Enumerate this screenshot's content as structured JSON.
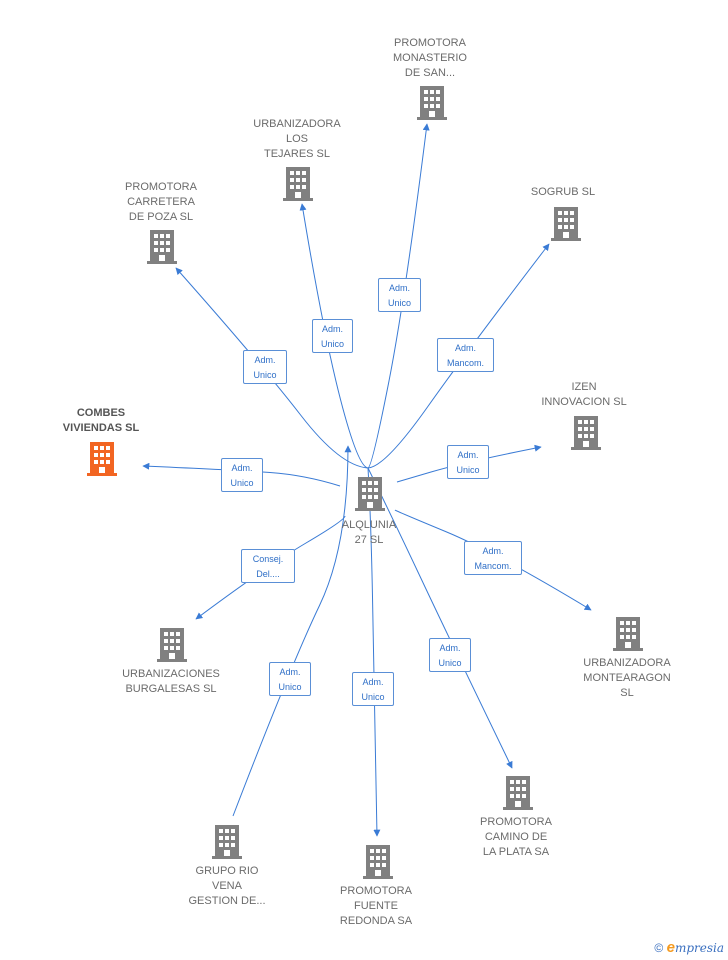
{
  "center": {
    "name": "ALQLUNIA\n27 SL",
    "icon": "building-icon",
    "color": "#808080"
  },
  "nodes": [
    {
      "id": "combes",
      "name": "COMBES\nVIVIENDAS SL",
      "highlight": true,
      "icon": "building-icon",
      "color": "#f26522"
    },
    {
      "id": "carretera",
      "name": "PROMOTORA\nCARRETERA\nDE POZA  SL",
      "icon": "building-icon"
    },
    {
      "id": "tejares",
      "name": "URBANIZADORA\nLOS\nTEJARES SL",
      "icon": "building-icon"
    },
    {
      "id": "monasterio",
      "name": "PROMOTORA\nMONASTERIO\nDE SAN...",
      "icon": "building-icon"
    },
    {
      "id": "sogrub",
      "name": "SOGRUB  SL",
      "icon": "building-icon"
    },
    {
      "id": "izen",
      "name": "IZEN\nINNOVACION SL",
      "icon": "building-icon"
    },
    {
      "id": "montearagon",
      "name": "URBANIZADORA\nMONTEARAGON SL",
      "icon": "building-icon"
    },
    {
      "id": "camino",
      "name": "PROMOTORA\nCAMINO DE\nLA PLATA SA",
      "icon": "building-icon"
    },
    {
      "id": "fuente",
      "name": "PROMOTORA\nFUENTE\nREDONDA SA",
      "icon": "building-icon"
    },
    {
      "id": "riovena",
      "name": "GRUPO RIO\nVENA\nGESTION DE...",
      "icon": "building-icon"
    },
    {
      "id": "burgalesas",
      "name": "URBANIZACIONES\nBURGALESAS SL",
      "icon": "building-icon"
    }
  ],
  "edges": [
    {
      "to": "combes",
      "label": "Adm.\nUnico"
    },
    {
      "to": "carretera",
      "label": "Adm.\nUnico"
    },
    {
      "to": "tejares",
      "label": "Adm.\nUnico"
    },
    {
      "to": "monasterio",
      "label": "Adm.\nUnico"
    },
    {
      "to": "sogrub",
      "label": "Adm.\nMancom."
    },
    {
      "to": "izen",
      "label": "Adm.\nUnico"
    },
    {
      "to": "montearagon",
      "label": "Adm.\nMancom."
    },
    {
      "to": "camino",
      "label": "Adm.\nUnico"
    },
    {
      "to": "fuente",
      "label": "Adm.\nUnico"
    },
    {
      "to": "riovena",
      "label": "Adm.\nUnico",
      "reverse": true
    },
    {
      "to": "burgalesas",
      "label": "Consej.\nDel...."
    }
  ],
  "colors": {
    "edge": "#3a7bd5",
    "node": "#808080",
    "highlight": "#f26522"
  },
  "footer": {
    "copyright": "©",
    "brand_initial": "e",
    "brand_rest": "mpresia"
  }
}
